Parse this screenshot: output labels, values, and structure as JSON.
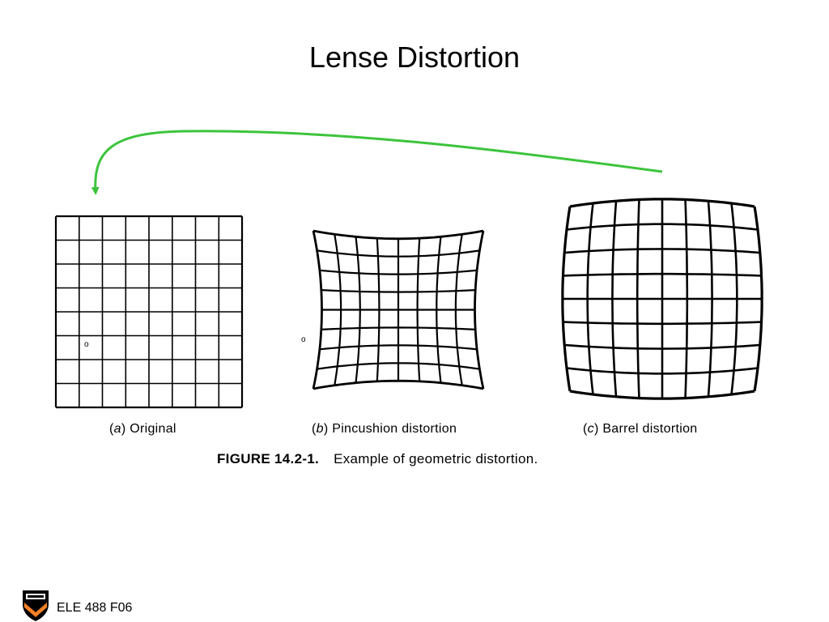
{
  "slide": {
    "title": "Lense Distortion",
    "footer": "ELE 488 F06"
  },
  "figure": {
    "panels": [
      {
        "letter": "a",
        "label": "Original",
        "distortion": "none"
      },
      {
        "letter": "b",
        "label": "Pincushion distortion",
        "distortion": "pincushion"
      },
      {
        "letter": "c",
        "label": "Barrel distortion",
        "distortion": "barrel"
      }
    ],
    "number": "FIGURE 14.2-1.",
    "text": "Example of geometric distortion.",
    "grid_cells": 8
  },
  "colors": {
    "arrow": "#3cc43c",
    "ink": "#000000"
  },
  "icons": {
    "logo": "princeton-shield-icon"
  }
}
